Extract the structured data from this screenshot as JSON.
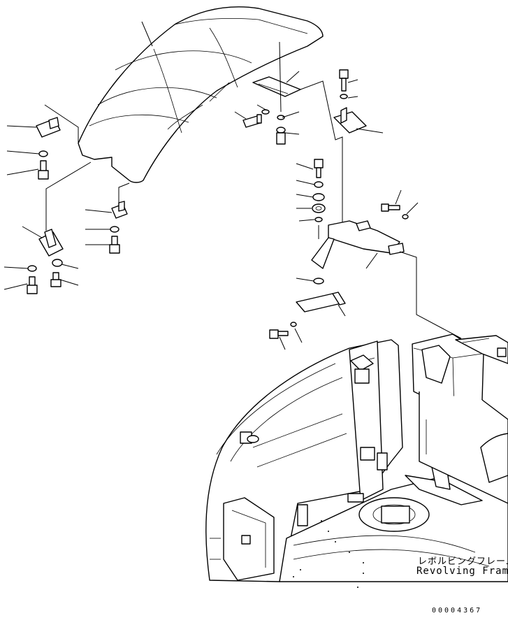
{
  "labels": {
    "revolving_frame_jp": "レボルビングフレーム",
    "revolving_frame_en": "Revolving Frame"
  },
  "drawing_number": "00004367",
  "colors": {
    "line": "#000000",
    "background": "#ffffff"
  }
}
